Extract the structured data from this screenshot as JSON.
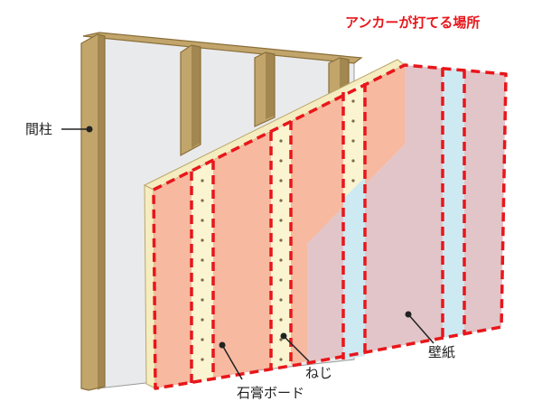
{
  "title": "アンカーが打てる場所",
  "labels": {
    "stud": "間柱",
    "screw": "ねじ",
    "board": "石膏ボード",
    "wallpaper": "壁紙"
  },
  "colors": {
    "wood": "#C2A56B",
    "wood_dark": "#8A6F3A",
    "insulation": "#E9EAEC",
    "board_face": "#F7B9A0",
    "board_edge": "#F5EDC0",
    "wallpaper": "#E2C5C8",
    "stud_strip": "#FAF4D0",
    "anchor_strip": "#CDEAF3",
    "dash_red": "#E8161B"
  }
}
